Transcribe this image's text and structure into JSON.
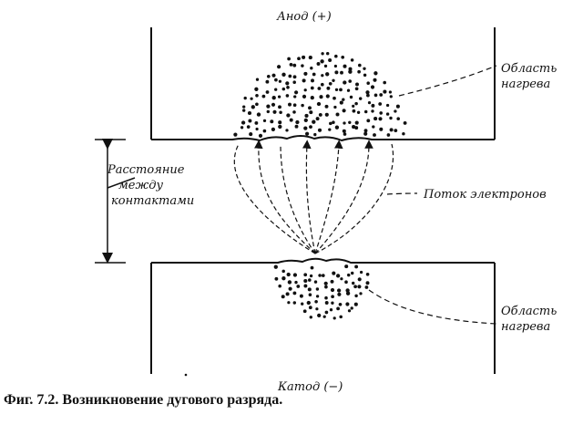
{
  "diagram": {
    "anode_label": "Анод (+)",
    "cathode_label": "Катод (−)",
    "distance_label": [
      "Расстояние",
      "между",
      "контактами"
    ],
    "flow_label": "Поток электронов",
    "anode_heat_label": [
      "Область",
      "нагрева"
    ],
    "cathode_heat_label": [
      "Область",
      "нагрева"
    ]
  },
  "caption": "Фиг. 7.2. Возникновение дугового разряда."
}
